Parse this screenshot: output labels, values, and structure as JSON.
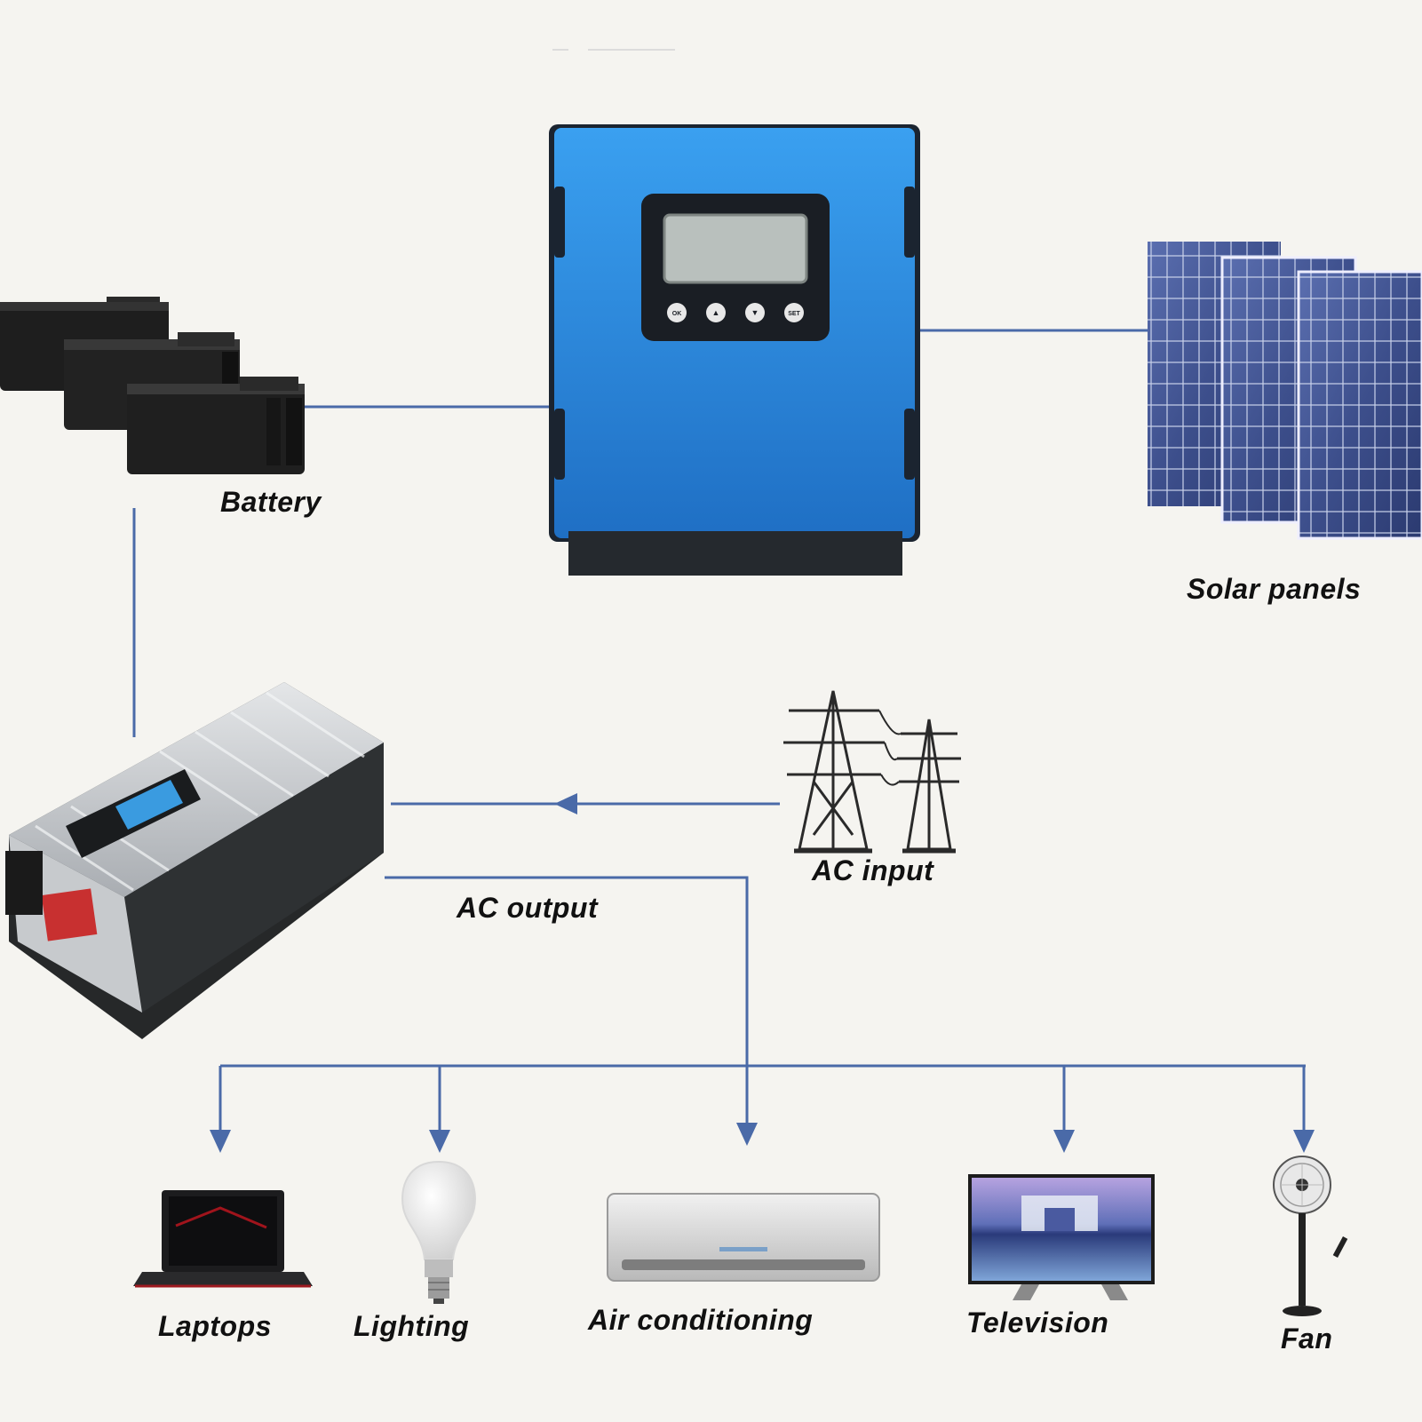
{
  "labels": {
    "battery": "Battery",
    "solar_panels": "Solar panels",
    "ac_input": "AC input",
    "ac_output": "AC output",
    "laptops": "Laptops",
    "lighting": "Lighting",
    "air_conditioning": "Air conditioning",
    "television": "Television",
    "fan": "Fan"
  },
  "controller_buttons": [
    "OK",
    "▲",
    "▼",
    "SET"
  ],
  "colors": {
    "line": "#4a6aa8",
    "controller_blue": "#2f8fe0",
    "panel_blue": "#3d4f8c",
    "background": "#f5f4f0"
  }
}
